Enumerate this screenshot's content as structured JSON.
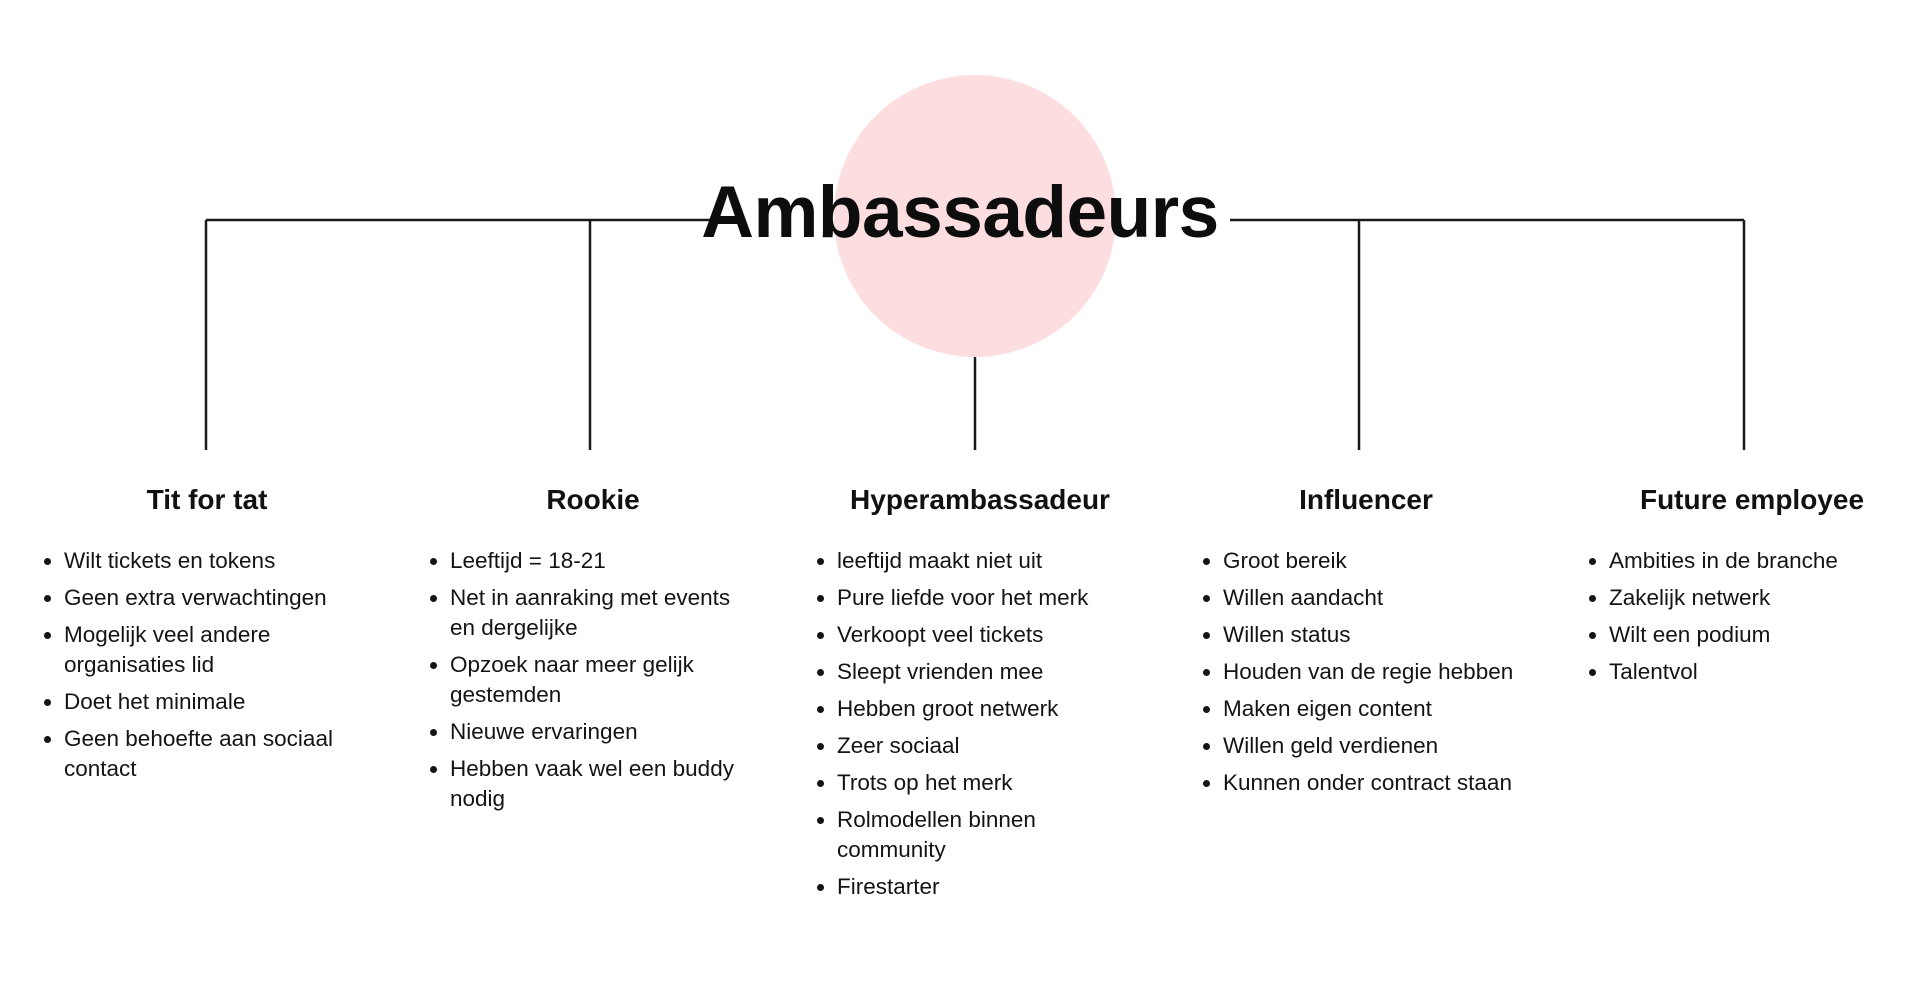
{
  "title": "Ambassadeurs",
  "colors": {
    "circle": "#fcdde0",
    "line": "#1a1a1a",
    "text": "#111111"
  },
  "columns": [
    {
      "heading": "Tit for tat",
      "items": [
        "Wilt tickets en tokens",
        "Geen extra verwachtingen",
        "Mogelijk veel andere organisaties lid",
        "Doet het minimale",
        "Geen behoefte aan sociaal contact"
      ]
    },
    {
      "heading": "Rookie",
      "items": [
        "Leeftijd = 18-21",
        "Net in aanraking met events en dergelijke",
        "Opzoek naar meer gelijk gestemden",
        "Nieuwe ervaringen",
        "Hebben vaak wel een buddy nodig"
      ]
    },
    {
      "heading": "Hyperambassadeur",
      "items": [
        "leeftijd maakt niet uit",
        "Pure liefde voor het merk",
        "Verkoopt veel tickets",
        "Sleept vrienden mee",
        "Hebben groot netwerk",
        "Zeer sociaal",
        "Trots op het merk",
        "Rolmodellen binnen community",
        "Firestarter"
      ]
    },
    {
      "heading": "Influencer",
      "items": [
        "Groot bereik",
        "Willen aandacht",
        "Willen status",
        "Houden van de regie hebben",
        "Maken eigen content",
        "Willen geld verdienen",
        "Kunnen onder contract staan"
      ]
    },
    {
      "heading": "Future employee",
      "items": [
        "Ambities in de branche",
        "Zakelijk netwerk",
        "Wilt een podium",
        "Talentvol"
      ]
    }
  ]
}
